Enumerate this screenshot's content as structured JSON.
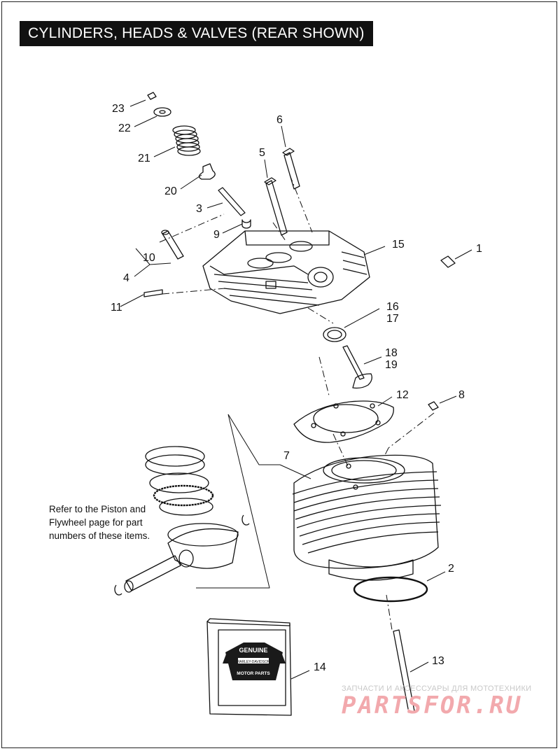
{
  "header": {
    "title": "CYLINDERS, HEADS & VALVES (REAR SHOWN)"
  },
  "callouts": {
    "c1": "1",
    "c2": "2",
    "c3": "3",
    "c4": "4",
    "c5": "5",
    "c6": "6",
    "c7": "7",
    "c8": "8",
    "c9": "9",
    "c10": "10",
    "c11": "11",
    "c12": "12",
    "c13": "13",
    "c14": "14",
    "c15": "15",
    "c16": "16",
    "c17": "17",
    "c18": "18",
    "c19": "19",
    "c20": "20",
    "c21": "21",
    "c22": "22",
    "c23": "23"
  },
  "note": {
    "line1": "Refer to the Piston and",
    "line2": "Flywheel page for part",
    "line3": "numbers of these items."
  },
  "badge": {
    "line1": "GENUINE",
    "line2": "HARLEY-DAVIDSON",
    "line3": "MOTOR PARTS"
  },
  "watermark": {
    "tagline": "ЗАПЧАСТИ И АКСЕССУАРЫ ДЛЯ МОТОТЕХНИКИ",
    "brand": "PARTSFOR.RU"
  }
}
